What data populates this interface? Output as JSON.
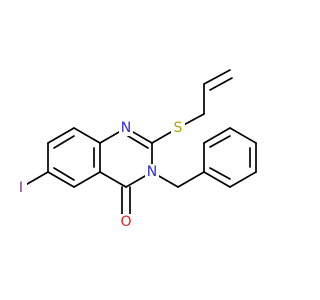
{
  "molecule": {
    "atoms": {
      "n1": {
        "label": "N",
        "color": "#2f2fcf"
      },
      "n3": {
        "label": "N",
        "color": "#2f2fcf"
      },
      "s": {
        "label": "S",
        "color": "#b8a100"
      },
      "i": {
        "label": "I",
        "color": "#7b2d8e"
      },
      "o": {
        "label": "O",
        "color": "#e02020"
      }
    }
  }
}
